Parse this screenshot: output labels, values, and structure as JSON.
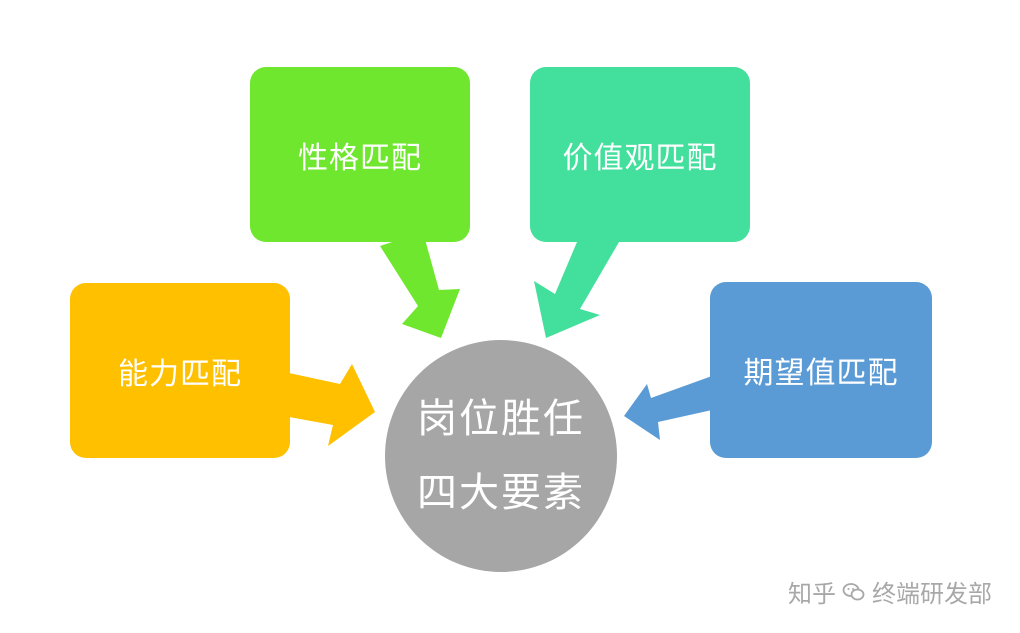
{
  "colors": {
    "ability": "#FFC000",
    "character": "#70E72F",
    "values": "#43DF9C",
    "expectation": "#5B9BD5",
    "center": "#A6A6A6"
  },
  "boxes": {
    "ability": "能力匹配",
    "character": "性格匹配",
    "values": "价值观匹配",
    "expectation": "期望值匹配"
  },
  "center": {
    "line1": "岗位胜任",
    "line2": "四大要素"
  },
  "watermark": {
    "platform": "知乎",
    "icon": "wechat-icon",
    "author": "终端研发部"
  }
}
